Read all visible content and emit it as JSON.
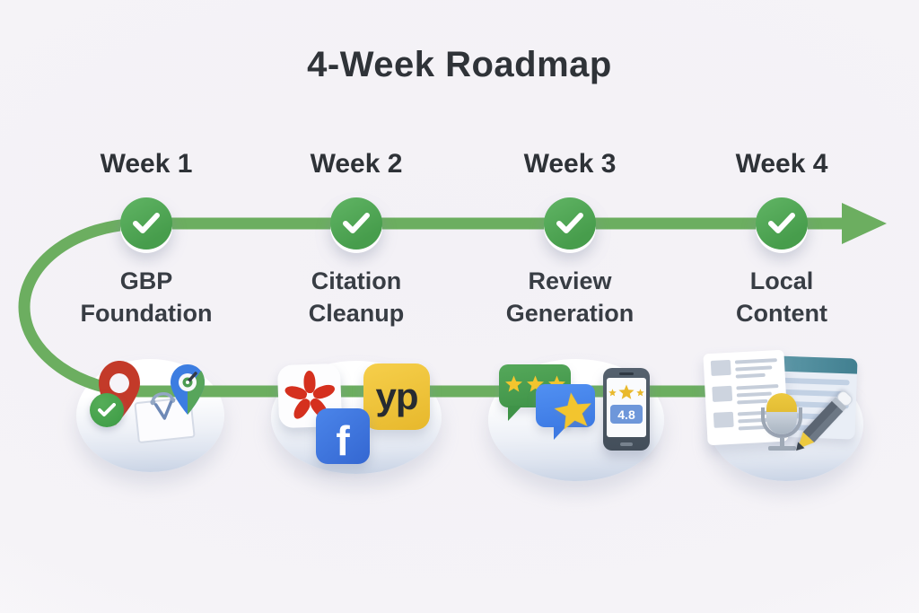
{
  "title": "4-Week Roadmap",
  "weeks": [
    {
      "label": "Week 1",
      "task": "GBP Foundation"
    },
    {
      "label": "Week 2",
      "task": "Citation Cleanup"
    },
    {
      "label": "Week 3",
      "task": "Review Generation"
    },
    {
      "label": "Week 4",
      "task": "Local Content"
    }
  ],
  "icon_text": {
    "yellowpages": "yp",
    "facebook": "f",
    "phone_rating": "4.8"
  },
  "icons": {
    "week1": [
      "red-map-pin-icon",
      "check-badge-icon",
      "shopping-bag-icon",
      "blue-green-map-pin-icon"
    ],
    "week2": [
      "yelp-burst-icon",
      "yellowpages-tile-icon",
      "facebook-tile-icon"
    ],
    "week3": [
      "green-review-bubble-icon",
      "blue-review-bubble-icon",
      "gold-star-icon",
      "phone-rating-icon"
    ],
    "week4": [
      "list-document-icon",
      "article-document-icon",
      "microphone-icon",
      "pencil-icon"
    ],
    "timeline": [
      "checkmark-node-icon",
      "arrow-right-icon"
    ]
  },
  "colors": {
    "background": "#f5f3f7",
    "line_green": "#6cae60",
    "node_green": "#479d4c",
    "text_dark": "#2f3338",
    "platform_rim": "#c7d2e4",
    "yelp_red": "#d5301e",
    "yellowpages_yellow": "#eec23c",
    "facebook_blue": "#3b76dd",
    "bubble_green": "#3e9247",
    "bubble_blue": "#4285f4",
    "star_gold": "#f3c52e",
    "phone_slate": "#4d5966",
    "pin_red": "#c33a29",
    "teal_header": "#4f93a3"
  }
}
